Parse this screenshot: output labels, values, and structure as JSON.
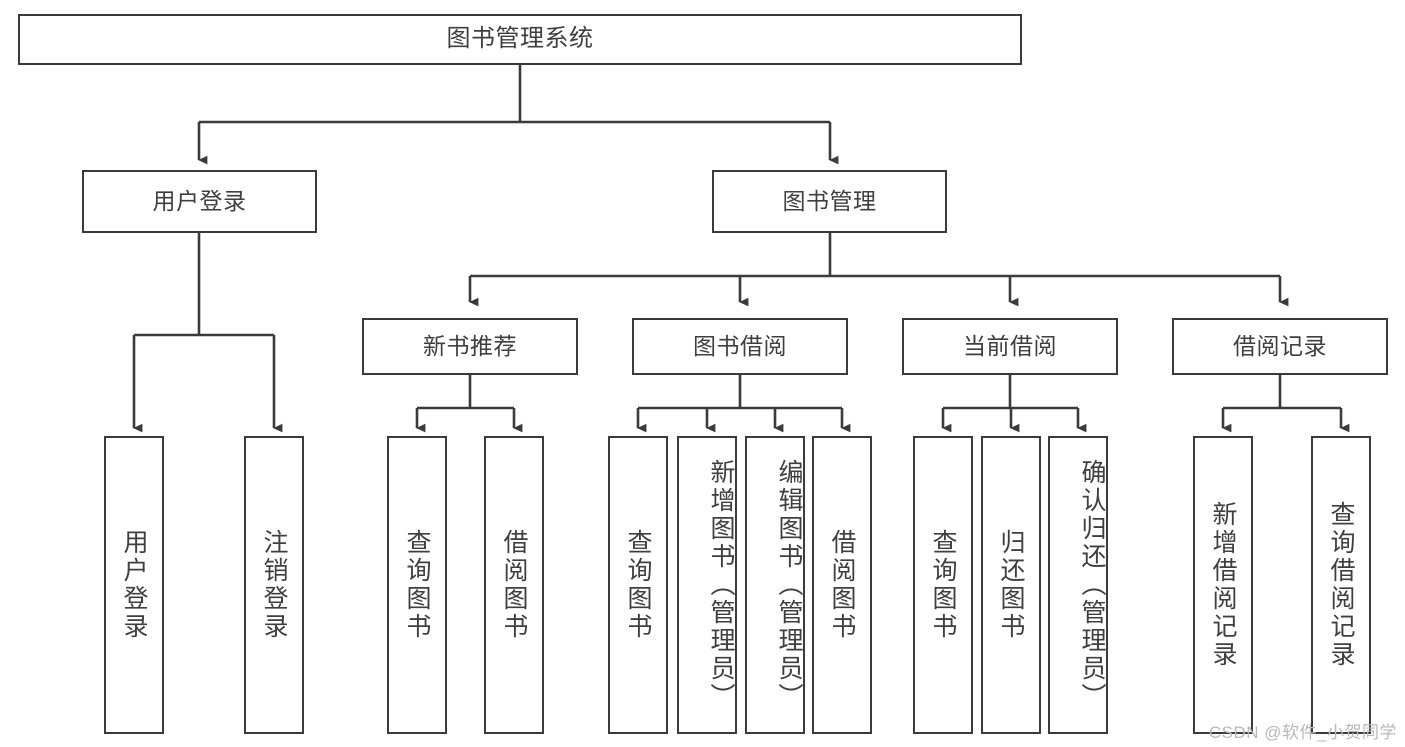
{
  "diagram": {
    "title": "图书管理系统",
    "root": {
      "id": "root",
      "label": "图书管理系统"
    },
    "level1": [
      {
        "id": "user-login",
        "label": "用户登录"
      },
      {
        "id": "book-management",
        "label": "图书管理"
      }
    ],
    "level2": [
      {
        "id": "new-book-recommend",
        "label": "新书推荐"
      },
      {
        "id": "book-borrow",
        "label": "图书借阅"
      },
      {
        "id": "current-borrow",
        "label": "当前借阅"
      },
      {
        "id": "borrow-record",
        "label": "借阅记录"
      }
    ],
    "leaves": {
      "user_login": [
        {
          "id": "leaf-user-login",
          "label": "用户登录"
        },
        {
          "id": "leaf-logout-login",
          "label": "注销登录"
        }
      ],
      "new_book_recommend": [
        {
          "id": "leaf-query-book-1",
          "label": "查询图书"
        },
        {
          "id": "leaf-borrow-book-1",
          "label": "借阅图书"
        }
      ],
      "book_borrow": [
        {
          "id": "leaf-query-book-2",
          "label": "查询图书"
        },
        {
          "id": "leaf-add-book",
          "label": "新增图书（管理员）"
        },
        {
          "id": "leaf-edit-book",
          "label": "编辑图书（管理员）"
        },
        {
          "id": "leaf-borrow-book-2",
          "label": "借阅图书"
        }
      ],
      "current_borrow": [
        {
          "id": "leaf-query-book-3",
          "label": "查询图书"
        },
        {
          "id": "leaf-return-book",
          "label": "归还图书"
        },
        {
          "id": "leaf-confirm-return",
          "label": "确认归还（管理员）"
        }
      ],
      "borrow_record": [
        {
          "id": "leaf-add-record",
          "label": "新增借阅记录"
        },
        {
          "id": "leaf-query-record",
          "label": "查询借阅记录"
        }
      ]
    }
  },
  "watermark": {
    "text": "CSDN @软件_小贺同学"
  },
  "colors": {
    "line": "#3b3b3b",
    "box_border": "#3b3b3b",
    "text": "#3f3f3f",
    "background": "#ffffff",
    "watermark": "#b9b9b9"
  }
}
